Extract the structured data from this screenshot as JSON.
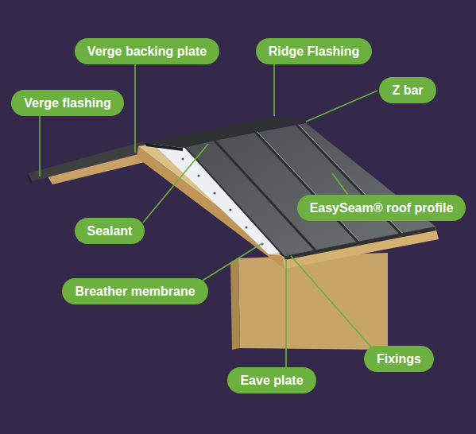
{
  "diagram": {
    "nodes": [
      {
        "text": [
          "Verge backing plate"
        ]
      },
      {
        "text": [
          "Ridge Flashing"
        ]
      },
      {
        "text": [
          "Z bar"
        ]
      },
      {
        "text": [
          "Verge flashing"
        ]
      },
      {
        "text": [
          "EasySeam® roof profile"
        ]
      },
      {
        "text": [
          "Sealant"
        ]
      },
      {
        "text": [
          "Breather membrane"
        ]
      },
      {
        "text": [
          "Fixings"
        ]
      },
      {
        "text": [
          "Eave plate"
        ]
      }
    ]
  }
}
